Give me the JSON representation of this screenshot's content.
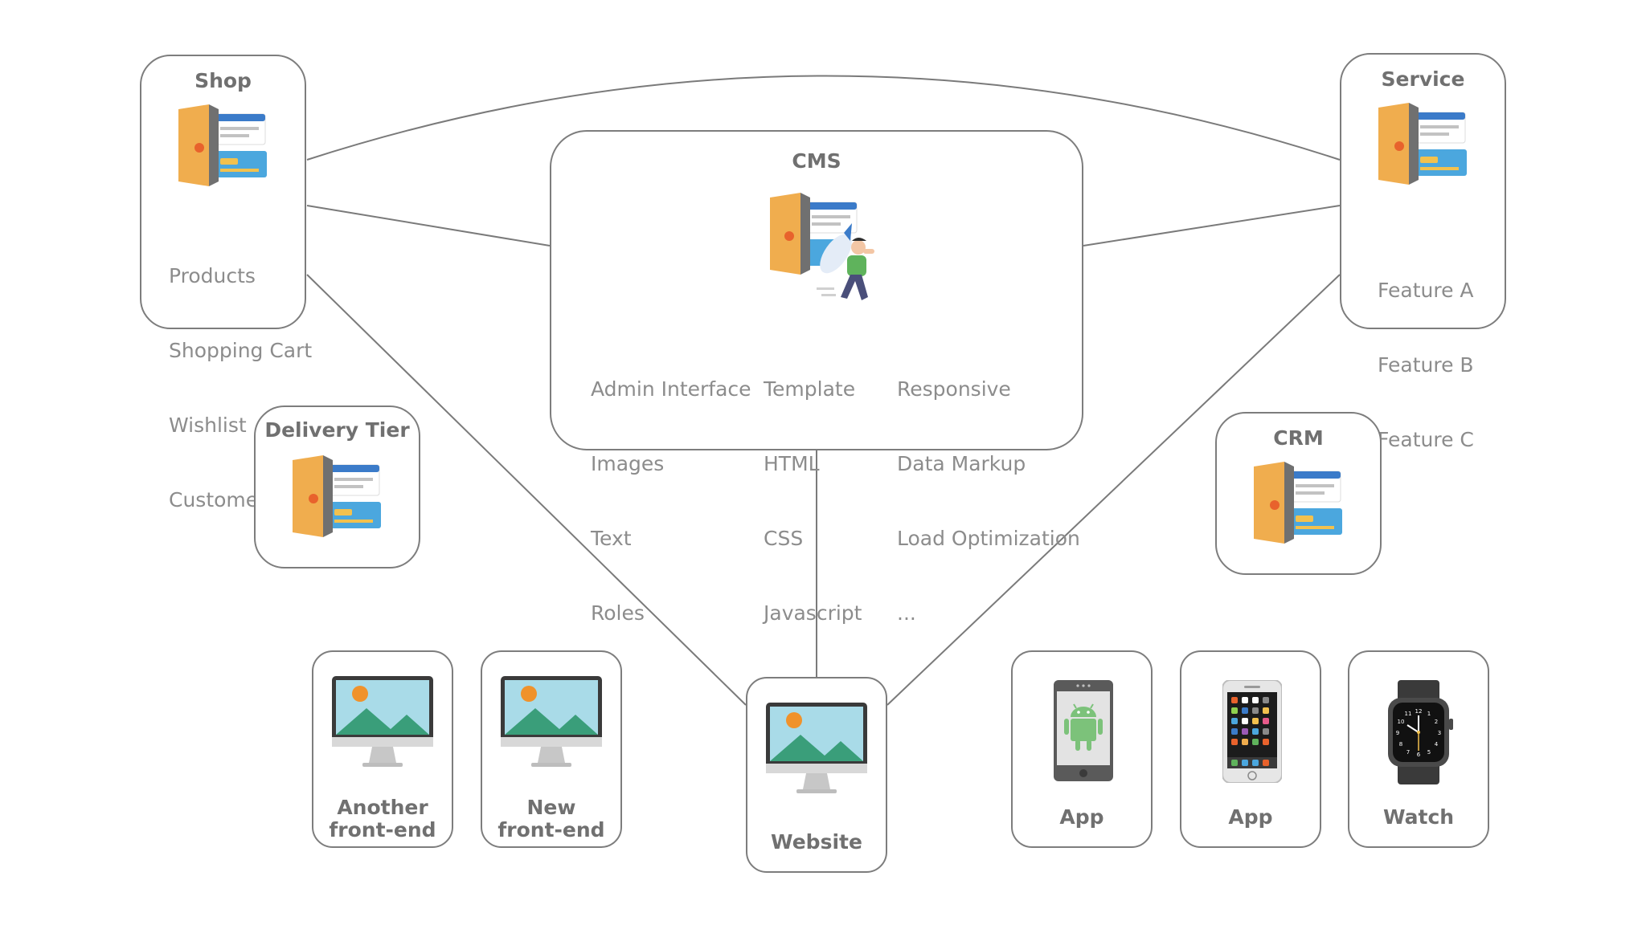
{
  "nodes": {
    "shop": {
      "title": "Shop",
      "items": [
        "Products",
        "Shopping Cart",
        "Wishlist",
        "Customers"
      ]
    },
    "service": {
      "title": "Service",
      "items": [
        "Feature A",
        "Feature B",
        "Feature C"
      ]
    },
    "cms": {
      "title": "CMS",
      "columns": [
        [
          "Admin Interface",
          "Images",
          "Text",
          "Roles"
        ],
        [
          "Template",
          "HTML",
          "CSS",
          "Javascript"
        ],
        [
          "Responsive",
          "Data Markup",
          "Load Optimization",
          "..."
        ]
      ]
    },
    "delivery": {
      "title": "Delivery Tier"
    },
    "crm": {
      "title": "CRM"
    },
    "another_frontend": {
      "label": [
        "Another",
        "front-end"
      ]
    },
    "new_frontend": {
      "label": [
        "New",
        "front-end"
      ]
    },
    "website": {
      "label": "Website"
    },
    "android_app": {
      "label": "App"
    },
    "iphone_app": {
      "label": "App"
    },
    "watch": {
      "label": "Watch"
    }
  },
  "icons": {
    "server": "server-door-icon",
    "cms": "cms-rocket-person-icon",
    "monitor": "desktop-monitor-icon",
    "android": "android-phone-icon",
    "iphone": "iphone-icon",
    "watch": "smartwatch-icon"
  },
  "colors": {
    "connector": "#7a7a7a",
    "door": "#f0ad4e",
    "window": "#3b7bc9",
    "accent": "#e8622c",
    "mountain": "#3a9e7a",
    "android": "#7cc27a"
  }
}
